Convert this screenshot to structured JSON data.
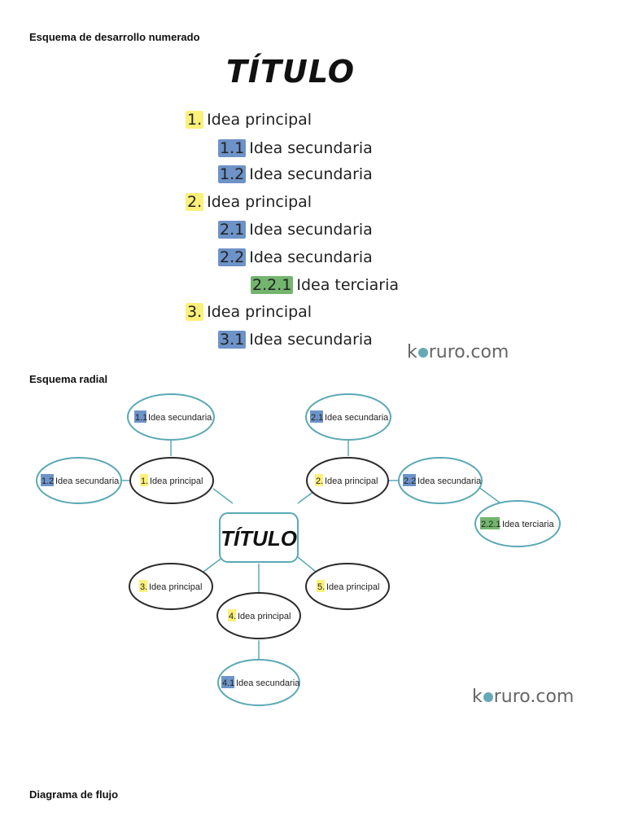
{
  "sections": {
    "numbered": "Esquema de desarrollo numerado",
    "radial": "Esquema radial",
    "flow": "Diagrama de flujo"
  },
  "outline": {
    "title": "TÍTULO",
    "items": [
      {
        "num": "1.",
        "text": "Idea principal",
        "level": 1
      },
      {
        "num": "1.1",
        "text": "Idea secundaria",
        "level": 2
      },
      {
        "num": "1.2",
        "text": "Idea secundaria",
        "level": 2
      },
      {
        "num": "2.",
        "text": "Idea principal",
        "level": 1
      },
      {
        "num": "2.1",
        "text": "Idea secundaria",
        "level": 2
      },
      {
        "num": "2.2",
        "text": "Idea secundaria",
        "level": 2
      },
      {
        "num": "2.2.1",
        "text": "Idea terciaria",
        "level": 3
      },
      {
        "num": "3.",
        "text": "Idea principal",
        "level": 1
      },
      {
        "num": "3.1",
        "text": "Idea secundaria",
        "level": 2
      }
    ]
  },
  "radial": {
    "center": "TÍTULO",
    "nodes": [
      {
        "num": "1.1",
        "text": "Idea secundaria",
        "level": 2
      },
      {
        "num": "2.1",
        "text": "Idea secundaria",
        "level": 2
      },
      {
        "num": "1.2",
        "text": "Idea secundaria",
        "level": 2
      },
      {
        "num": "1.",
        "text": "Idea principal",
        "level": 1
      },
      {
        "num": "2.",
        "text": "Idea principal",
        "level": 1
      },
      {
        "num": "2.2",
        "text": "Idea secundaria",
        "level": 2
      },
      {
        "num": "2.2.1",
        "text": "Idea terciaria",
        "level": 3
      },
      {
        "num": "3.",
        "text": "Idea principal",
        "level": 1
      },
      {
        "num": "5.",
        "text": "Idea principal",
        "level": 1
      },
      {
        "num": "4.",
        "text": "Idea principal",
        "level": 1
      },
      {
        "num": "4.1",
        "text": "Idea secundaria",
        "level": 2
      }
    ]
  },
  "watermark": {
    "pre": "k",
    "post": "ruro.com"
  },
  "colors": {
    "level1": "#fbf07a",
    "level2": "#6d93c8",
    "level3": "#73b56f",
    "outline_teal": "#5aa9b5",
    "outline_dark": "#2a2a2a"
  }
}
